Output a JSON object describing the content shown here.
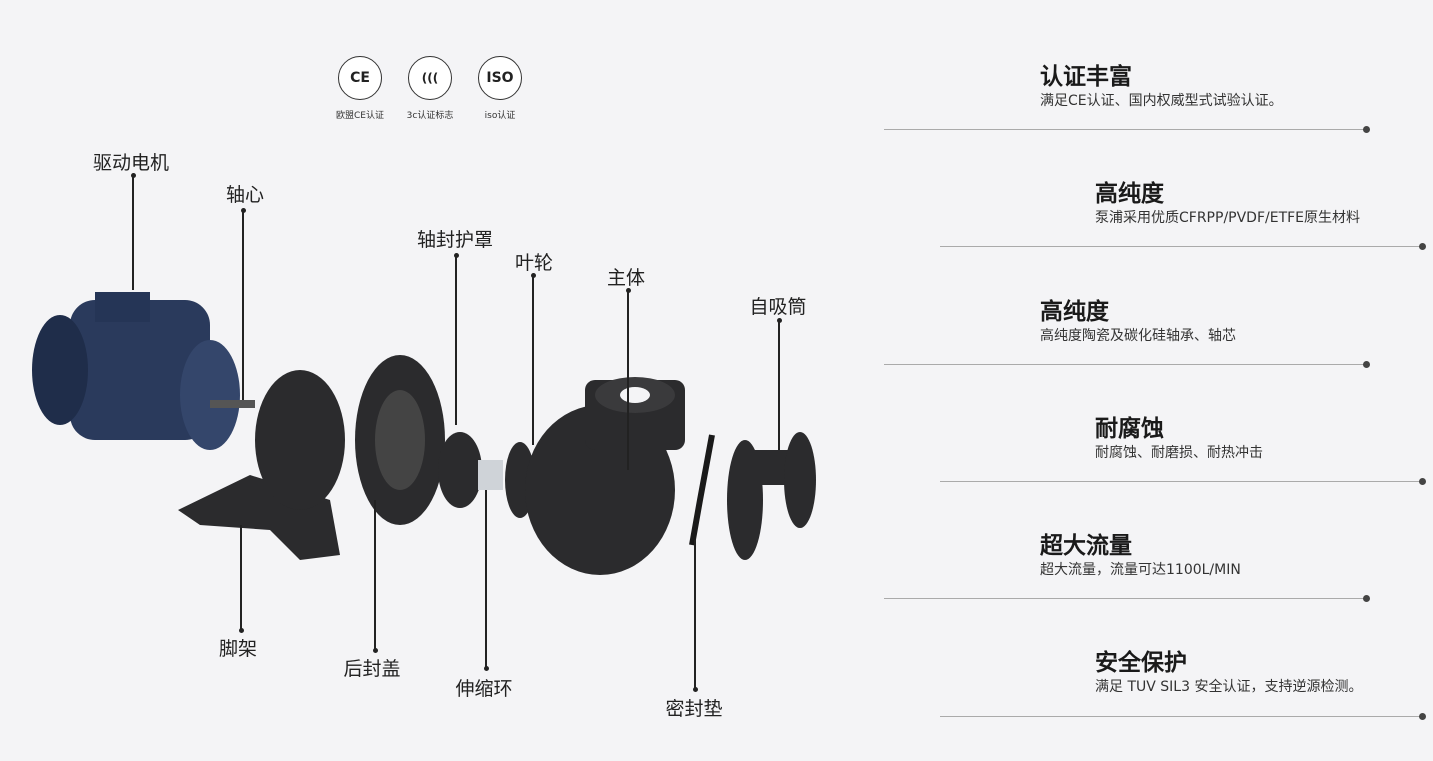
{
  "certifications": [
    {
      "icon": "ce-mark-icon",
      "mark": "CE",
      "label": "欧盟CE认证"
    },
    {
      "icon": "ccc-mark-icon",
      "mark": "(((",
      "label": "3c认证标志"
    },
    {
      "icon": "iso-mark-icon",
      "mark": "ISO",
      "label": "iso认证"
    }
  ],
  "parts": {
    "motor": "驱动电机",
    "shaft": "轴心",
    "shaft_seal_cover": "轴封护罩",
    "impeller": "叶轮",
    "main_body": "主体",
    "self_priming_cylinder": "自吸筒",
    "bracket": "脚架",
    "rear_cover": "后封盖",
    "expansion_ring": "伸缩环",
    "gasket": "密封垫"
  },
  "features": [
    {
      "title": "认证丰富",
      "desc": "满足CE认证、国内权威型式试验认证。"
    },
    {
      "title": "高纯度",
      "desc": "泵浦采用优质CFRPP/PVDF/ETFE原生材料"
    },
    {
      "title": "高纯度",
      "desc": "高纯度陶瓷及碳化硅轴承、轴芯"
    },
    {
      "title": "耐腐蚀",
      "desc": "耐腐蚀、耐磨损、耐热冲击"
    },
    {
      "title": "超大流量",
      "desc": "超大流量，流量可达1100L/MIN"
    },
    {
      "title": "安全保护",
      "desc": "满足 TUV SIL3 安全认证，支持逆源检测。"
    }
  ],
  "colors": {
    "motor": "#2a3a5c",
    "plastic": "#2b2b2d",
    "background": "#f4f4f6"
  }
}
